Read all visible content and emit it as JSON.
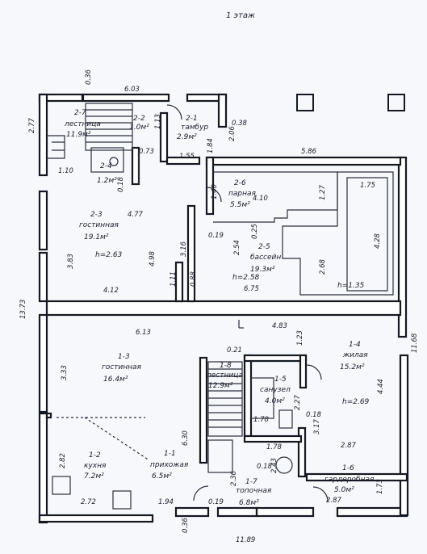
{
  "title": "1 этаж",
  "overall": {
    "width": "11.89",
    "height": "13.73",
    "right_height": "11.68"
  },
  "rooms": [
    {
      "id": "2-1",
      "name": "тамбур",
      "area": "2.9м²"
    },
    {
      "id": "2-2",
      "name": "",
      "area": "1.0м²"
    },
    {
      "id": "2-7",
      "name": "лестница",
      "area": "11.9м²"
    },
    {
      "id": "2-4",
      "name": "",
      "area": "1.2м²"
    },
    {
      "id": "2-3",
      "name": "гостинная",
      "area": "19.1м²",
      "height": "h=2.63"
    },
    {
      "id": "2-6",
      "name": "парная",
      "area": "5.5м²"
    },
    {
      "id": "2-5",
      "name": "бассейн",
      "area": "19.3м²",
      "height": "h=2.58"
    },
    {
      "id": "pool",
      "height": "h=1.35"
    },
    {
      "id": "1-3",
      "name": "гостинная",
      "area": "16.4м²"
    },
    {
      "id": "1-4",
      "name": "жилая",
      "area": "15.2м²",
      "height": "h=2.69"
    },
    {
      "id": "1-8",
      "name": "лестница",
      "area": "12.9м²"
    },
    {
      "id": "1-5",
      "name": "санузел",
      "area": "4.0м²"
    },
    {
      "id": "1-1",
      "name": "прихожая",
      "area": "6.5м²"
    },
    {
      "id": "1-2",
      "name": "кухня",
      "area": "7.2м²"
    },
    {
      "id": "1-7",
      "name": "топочная",
      "area": "6.8м²"
    },
    {
      "id": "1-6",
      "name": "гардеробная",
      "area": "5.0м²"
    }
  ],
  "dims": {
    "d036_top": "0.36",
    "d603": "6.03",
    "d113": "1.13",
    "d038": "0.38",
    "d277": "2.77",
    "d073": "0.73",
    "d155": "1.55",
    "d184": "1.84",
    "d206": "2.06",
    "d586": "5.86",
    "d110": "1.10",
    "d018a": "0.18",
    "d140": "1.40",
    "d410": "4.10",
    "d127": "1.27",
    "d175": "1.75",
    "d477": "4.77",
    "d383": "3.83",
    "d498": "4.98",
    "d316": "3.16",
    "d019a": "0.19",
    "d254": "2.54",
    "d025": "0.25",
    "d428": "4.28",
    "d268": "2.68",
    "d412": "4.12",
    "d111": "1.11",
    "d088": "0.88",
    "d675": "6.75",
    "d613": "6.13",
    "d483": "4.83",
    "d123": "1.23",
    "d021": "0.21",
    "d333": "3.33",
    "d444": "4.44",
    "d227": "2.27",
    "d018b": "0.18",
    "d178a": "1.78",
    "d317": "3.17",
    "d630": "6.30",
    "d287a": "2.87",
    "d282": "2.82",
    "d178b": "1.78",
    "d236": "2.36",
    "d018c": "0.18",
    "d243": "2.43",
    "d173": "1.73",
    "d272": "2.72",
    "d194": "1.94",
    "d019b": "0.19",
    "d287b": "2.87",
    "d036_bot": "0.36"
  },
  "colors": {
    "wall": "#141821",
    "wall_fill": "#ffffff",
    "line": "#2a2f3c",
    "background": "#f7f8fc"
  }
}
